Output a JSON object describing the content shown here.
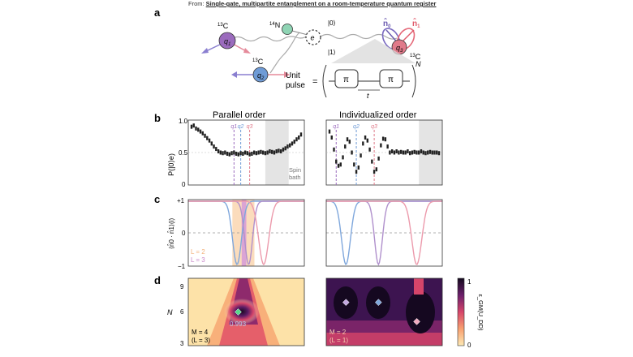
{
  "source": {
    "prefix": "From: ",
    "title": "Single-gate, multipartite entanglement on a room-temperature quantum register"
  },
  "panel_a": {
    "letter": "a",
    "nuclei": [
      {
        "name": "q1",
        "q": "q",
        "sub": "1",
        "isotope": "13",
        "element": "C",
        "color": "#9b6bbd"
      },
      {
        "name": "q2",
        "q": "q",
        "sub": "2",
        "isotope": "13",
        "element": "C",
        "color": "#6f9bd6"
      },
      {
        "name": "q3",
        "q": "q",
        "sub": "3",
        "isotope": "13",
        "element": "C",
        "color": "#e07a8a"
      }
    ],
    "nitrogen": {
      "isotope": "14",
      "element": "N",
      "color": "#8fd4b4"
    },
    "electron": {
      "label": "e",
      "state0": "|0⟩",
      "state1": "|1⟩"
    },
    "axes": {
      "n0": "n̂",
      "n0_sub": "0",
      "n1": "n̂",
      "n1_sub": "1",
      "n0_color": "#6b5bb0",
      "n1_color": "#e05a6a"
    },
    "unit_pulse": {
      "line1": "Unit",
      "line2": "pulse",
      "eq": "=",
      "pi": "π",
      "t": "t",
      "N": "N"
    }
  },
  "panel_b": {
    "letter": "b",
    "left_title": "Parallel order",
    "right_title": "Individualized order",
    "ylabel": "P(|0⟩e)",
    "yticks": [
      "1.0",
      "0.5",
      "0"
    ],
    "markers": [
      "q1",
      "q2",
      "q3"
    ],
    "spin_bath_line1": "Spin",
    "spin_bath_line2": "bath",
    "chart_data": [
      {
        "type": "scatter",
        "name": "Parallel order",
        "ylim": [
          0,
          1
        ],
        "x": [
          0,
          1,
          2,
          3,
          4,
          5,
          6,
          7,
          8,
          9,
          10,
          11,
          12,
          13,
          14,
          15,
          16,
          17,
          18,
          19,
          20,
          21,
          22,
          23,
          24,
          25,
          26,
          27,
          28,
          29,
          30,
          31,
          32,
          33,
          34,
          35,
          36,
          37,
          38,
          39,
          40,
          41,
          42,
          43,
          44,
          45,
          46,
          47,
          48,
          49
        ],
        "values": [
          0.93,
          0.95,
          0.9,
          0.88,
          0.85,
          0.82,
          0.78,
          0.74,
          0.7,
          0.65,
          0.6,
          0.56,
          0.52,
          0.5,
          0.49,
          0.5,
          0.48,
          0.47,
          0.49,
          0.5,
          0.48,
          0.47,
          0.49,
          0.48,
          0.5,
          0.49,
          0.47,
          0.48,
          0.5,
          0.49,
          0.5,
          0.51,
          0.5,
          0.49,
          0.5,
          0.52,
          0.51,
          0.5,
          0.52,
          0.53,
          0.52,
          0.55,
          0.57,
          0.6,
          0.62,
          0.65,
          0.68,
          0.72,
          0.75,
          0.8
        ],
        "vlines": {
          "q1": 19,
          "q2": 22,
          "q3": 26
        },
        "shaded": [
          33,
          42
        ]
      },
      {
        "type": "scatter",
        "name": "Individualized order",
        "ylim": [
          0,
          1
        ],
        "x": [
          0,
          1,
          2,
          3,
          4,
          5,
          6,
          7,
          8,
          9,
          10,
          11,
          12,
          13,
          14,
          15,
          16,
          17,
          18,
          19,
          20,
          21,
          22,
          23,
          24,
          25,
          26,
          27,
          28,
          29,
          30,
          31,
          32,
          33,
          34,
          35,
          36,
          37,
          38,
          39,
          40,
          41,
          42,
          43,
          44,
          45,
          46,
          47,
          48,
          49
        ],
        "values": [
          0.85,
          0.75,
          0.55,
          0.35,
          0.28,
          0.3,
          0.42,
          0.6,
          0.72,
          0.68,
          0.5,
          0.3,
          0.18,
          0.25,
          0.45,
          0.65,
          0.75,
          0.7,
          0.55,
          0.35,
          0.18,
          0.22,
          0.4,
          0.62,
          0.73,
          0.72,
          0.6,
          0.5,
          0.52,
          0.5,
          0.52,
          0.5,
          0.51,
          0.5,
          0.5,
          0.52,
          0.49,
          0.5,
          0.51,
          0.5,
          0.5,
          0.52,
          0.5,
          0.49,
          0.5,
          0.51,
          0.5,
          0.5,
          0.5,
          0.49
        ],
        "vlines": {
          "q1": 3,
          "q2": 12,
          "q3": 20
        },
        "shaded": [
          40,
          49
        ]
      }
    ]
  },
  "panel_c": {
    "letter": "c",
    "ylabel": "⟨n̂0 · n̂1⟩(i)",
    "yticks": [
      "+1",
      "0",
      "−1"
    ],
    "legend": [
      {
        "text": "L = 2",
        "color": "#f3b27a"
      },
      {
        "text": "L = 3",
        "color": "#c987c9"
      }
    ],
    "chart_data": {
      "type": "line",
      "ylim": [
        -1,
        1
      ],
      "series": [
        {
          "color": "#7fa7dc",
          "center_left": 0.42,
          "center_right": 0.17,
          "width": 0.08
        },
        {
          "color": "#b090cc",
          "center_left": 0.52,
          "center_right": 0.45,
          "width": 0.07
        },
        {
          "color": "#ec9aac",
          "center_left": 0.65,
          "center_right": 0.78,
          "width": 0.09
        }
      ],
      "band_L2": [
        0.38,
        0.57
      ],
      "band_L3": [
        0.46,
        0.5
      ]
    }
  },
  "panel_d": {
    "letter": "d",
    "ylabel": "N",
    "yticks": [
      "9",
      "6",
      "3"
    ],
    "value_label": "0.993",
    "left_M": "M = 4",
    "left_L": "(L = 3)",
    "right_M": "M = 2",
    "right_L": "(L = 1)",
    "colorbar_label": "ε_GM(U_DD)",
    "colorbar_ticks": [
      "1",
      "0"
    ],
    "chart_data": {
      "type": "heatmap",
      "ylim": [
        3,
        9
      ],
      "colorbar": [
        0,
        1
      ],
      "markers": [
        {
          "panel": "left",
          "color": "#59d98c",
          "x": 0.43,
          "N": 6
        },
        {
          "panel": "right",
          "color": "#c4a8e0",
          "x": 0.17,
          "N": 7
        },
        {
          "panel": "right",
          "color": "#7fa7dc",
          "x": 0.45,
          "N": 7
        },
        {
          "panel": "right",
          "color": "#f2aac0",
          "x": 0.78,
          "N": 5
        }
      ]
    }
  }
}
